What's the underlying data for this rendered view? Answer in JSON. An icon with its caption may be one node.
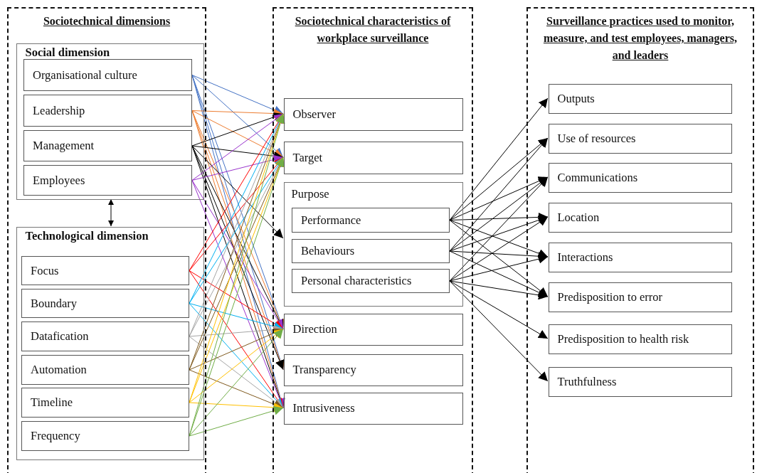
{
  "diagram": {
    "nodes": [
      {
        "text": [
          "Sociotechnical dimensions"
        ]
      },
      {
        "text": [
          "Social dimension"
        ],
        "in": 0
      },
      {
        "text": [
          "Organisational culture"
        ],
        "in": 1
      },
      {
        "text": [
          "Leadership"
        ],
        "in": 1
      },
      {
        "text": [
          "Management"
        ],
        "in": 1
      },
      {
        "text": [
          "Employees"
        ],
        "in": 1
      },
      {
        "text": [
          "Technological dimension"
        ],
        "in": 0
      },
      {
        "text": [
          "Focus"
        ],
        "in": 6
      },
      {
        "text": [
          "Boundary"
        ],
        "in": 6
      },
      {
        "text": [
          "Datafication"
        ],
        "in": 6
      },
      {
        "text": [
          "Automation"
        ],
        "in": 6
      },
      {
        "text": [
          "Timeline"
        ],
        "in": 6
      },
      {
        "text": [
          "Frequency"
        ],
        "in": 6
      },
      {
        "text": [
          "Sociotechnical characteristics of workplace surveillance"
        ]
      },
      {
        "text": [
          "Observer"
        ],
        "in": 13
      },
      {
        "text": [
          "Target"
        ],
        "in": 13
      },
      {
        "text": [
          "Purpose"
        ],
        "in": 13
      },
      {
        "text": [
          "Performance"
        ],
        "in": 16
      },
      {
        "text": [
          "Behaviours"
        ],
        "in": 16
      },
      {
        "text": [
          "Personal characteristics"
        ],
        "in": 16
      },
      {
        "text": [
          "Direction"
        ],
        "in": 13
      },
      {
        "text": [
          "Transparency"
        ],
        "in": 13
      },
      {
        "text": [
          "Intrusiveness"
        ],
        "in": 13
      },
      {
        "text": [
          "Surveillance practices used to monitor, measure, and test employees, managers, and leaders"
        ]
      },
      {
        "text": [
          "Outputs"
        ],
        "in": 23
      },
      {
        "text": [
          "Use of resources"
        ],
        "in": 23
      },
      {
        "text": [
          "Communications"
        ],
        "in": 23
      },
      {
        "text": [
          "Location"
        ],
        "in": 23
      },
      {
        "text": [
          "Interactions"
        ],
        "in": 23
      },
      {
        "text": [
          "Predisposition to error"
        ],
        "in": 23
      },
      {
        "text": [
          "Predisposition to health risk"
        ],
        "in": 23
      },
      {
        "text": [
          "Truthfulness"
        ],
        "in": 23
      }
    ],
    "edges": [
      {
        "from": 1,
        "to": 6,
        "arrow": "both"
      },
      {
        "from": 2,
        "to": 14,
        "arrow": "to",
        "color": "#4472c4"
      },
      {
        "from": 2,
        "to": 15,
        "arrow": "to",
        "color": "#4472c4"
      },
      {
        "from": 2,
        "to": 20,
        "arrow": "to",
        "color": "#4472c4"
      },
      {
        "from": 2,
        "to": 21,
        "arrow": "to",
        "color": "#4472c4"
      },
      {
        "from": 2,
        "to": 22,
        "arrow": "to",
        "color": "#4472c4"
      },
      {
        "from": 3,
        "to": 14,
        "arrow": "to",
        "color": "#ed7d31"
      },
      {
        "from": 3,
        "to": 15,
        "arrow": "to",
        "color": "#ed7d31"
      },
      {
        "from": 3,
        "to": 20,
        "arrow": "to",
        "color": "#ed7d31"
      },
      {
        "from": 3,
        "to": 21,
        "arrow": "to",
        "color": "#ed7d31"
      },
      {
        "from": 3,
        "to": 22,
        "arrow": "to",
        "color": "#ed7d31"
      },
      {
        "from": 4,
        "to": 14,
        "arrow": "to"
      },
      {
        "from": 4,
        "to": 15,
        "arrow": "to"
      },
      {
        "from": 4,
        "to": 16,
        "arrow": "to"
      },
      {
        "from": 4,
        "to": 20,
        "arrow": "to"
      },
      {
        "from": 4,
        "to": 21,
        "arrow": "to"
      },
      {
        "from": 4,
        "to": 22,
        "arrow": "to"
      },
      {
        "from": 5,
        "to": 14,
        "arrow": "to",
        "color": "#9933cc"
      },
      {
        "from": 5,
        "to": 15,
        "arrow": "to",
        "color": "#9933cc"
      },
      {
        "from": 5,
        "to": 20,
        "arrow": "to",
        "color": "#9933cc"
      },
      {
        "from": 5,
        "to": 22,
        "arrow": "to",
        "color": "#9933cc"
      },
      {
        "from": 7,
        "to": 14,
        "arrow": "to",
        "color": "#ff0000"
      },
      {
        "from": 7,
        "to": 15,
        "arrow": "to",
        "color": "#ff0000"
      },
      {
        "from": 7,
        "to": 20,
        "arrow": "to",
        "color": "#ff0000"
      },
      {
        "from": 7,
        "to": 22,
        "arrow": "to",
        "color": "#ff0000"
      },
      {
        "from": 8,
        "to": 14,
        "arrow": "to",
        "color": "#00b0f0"
      },
      {
        "from": 8,
        "to": 15,
        "arrow": "to",
        "color": "#00b0f0"
      },
      {
        "from": 8,
        "to": 20,
        "arrow": "to",
        "color": "#00b0f0"
      },
      {
        "from": 8,
        "to": 22,
        "arrow": "to",
        "color": "#00b0f0"
      },
      {
        "from": 9,
        "to": 14,
        "arrow": "to",
        "color": "#a5a5a5"
      },
      {
        "from": 9,
        "to": 15,
        "arrow": "to",
        "color": "#a5a5a5"
      },
      {
        "from": 9,
        "to": 20,
        "arrow": "to",
        "color": "#a5a5a5"
      },
      {
        "from": 9,
        "to": 22,
        "arrow": "to",
        "color": "#a5a5a5"
      },
      {
        "from": 10,
        "to": 14,
        "arrow": "to",
        "color": "#7f5a1e"
      },
      {
        "from": 10,
        "to": 15,
        "arrow": "to",
        "color": "#7f5a1e"
      },
      {
        "from": 10,
        "to": 20,
        "arrow": "to",
        "color": "#7f5a1e"
      },
      {
        "from": 10,
        "to": 22,
        "arrow": "to",
        "color": "#7f5a1e"
      },
      {
        "from": 11,
        "to": 14,
        "arrow": "to",
        "color": "#ffc000"
      },
      {
        "from": 11,
        "to": 15,
        "arrow": "to",
        "color": "#ffc000"
      },
      {
        "from": 11,
        "to": 20,
        "arrow": "to",
        "color": "#ffc000"
      },
      {
        "from": 11,
        "to": 22,
        "arrow": "to",
        "color": "#ffc000"
      },
      {
        "from": 12,
        "to": 14,
        "arrow": "to",
        "color": "#70ad47"
      },
      {
        "from": 12,
        "to": 15,
        "arrow": "to",
        "color": "#70ad47"
      },
      {
        "from": 12,
        "to": 20,
        "arrow": "to",
        "color": "#70ad47"
      },
      {
        "from": 12,
        "to": 22,
        "arrow": "to",
        "color": "#70ad47"
      },
      {
        "from": 17,
        "to": 24,
        "arrow": "to"
      },
      {
        "from": 17,
        "to": 25,
        "arrow": "to"
      },
      {
        "from": 17,
        "to": 26,
        "arrow": "to"
      },
      {
        "from": 17,
        "to": 27,
        "arrow": "to"
      },
      {
        "from": 17,
        "to": 28,
        "arrow": "to"
      },
      {
        "from": 17,
        "to": 29,
        "arrow": "to"
      },
      {
        "from": 18,
        "to": 25,
        "arrow": "to"
      },
      {
        "from": 18,
        "to": 26,
        "arrow": "to"
      },
      {
        "from": 18,
        "to": 27,
        "arrow": "to"
      },
      {
        "from": 18,
        "to": 28,
        "arrow": "to"
      },
      {
        "from": 18,
        "to": 29,
        "arrow": "to"
      },
      {
        "from": 19,
        "to": 26,
        "arrow": "to"
      },
      {
        "from": 19,
        "to": 27,
        "arrow": "to"
      },
      {
        "from": 19,
        "to": 28,
        "arrow": "to"
      },
      {
        "from": 19,
        "to": 29,
        "arrow": "to"
      },
      {
        "from": 19,
        "to": 30,
        "arrow": "to"
      },
      {
        "from": 19,
        "to": 31,
        "arrow": "to"
      }
    ]
  }
}
